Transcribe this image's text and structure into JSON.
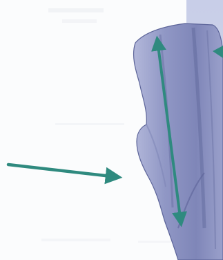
{
  "figure": {
    "subject_icon": "tooth-crown-cross-section",
    "colors": {
      "background": "#fbfcfd",
      "arrow": "#2f8a7f",
      "crown_fill": "#8c93c2",
      "crown_shadow": "#6c73a6",
      "crown_edge": "#5b6398",
      "right_panel": "#c7cde6"
    },
    "annotations": [
      {
        "id": "left-arrow",
        "icon": "arrow-right-icon"
      },
      {
        "id": "vertical-arrow",
        "icon": "double-headed-arrow-icon"
      },
      {
        "id": "right-edge-arrow",
        "icon": "arrow-left-icon"
      }
    ]
  }
}
